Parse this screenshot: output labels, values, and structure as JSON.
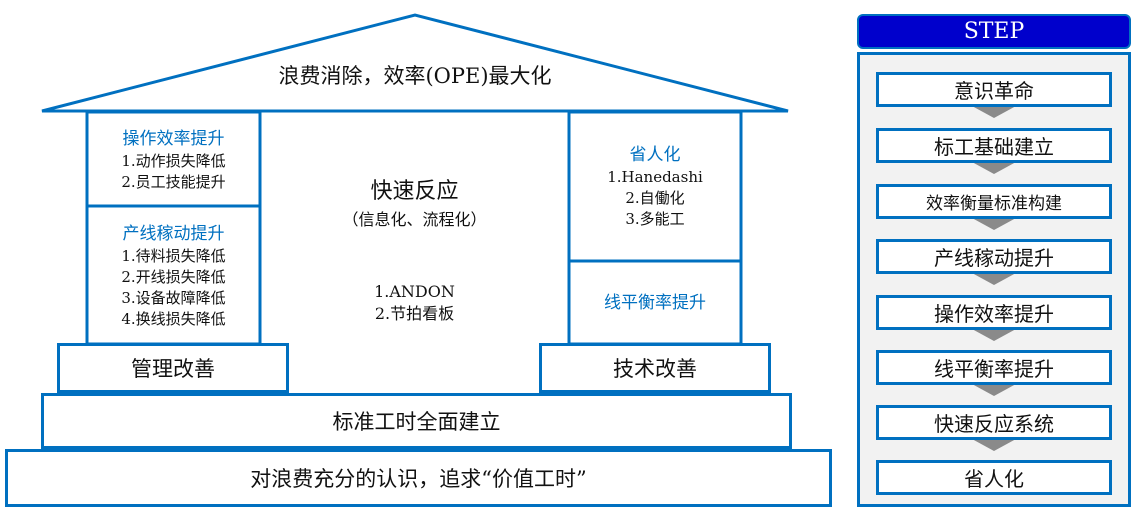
{
  "house": {
    "roof": "浪费消除，效率(OPE)最大化",
    "left_top": {
      "title": "操作效率提升",
      "items": [
        "1.动作损失降低",
        "2.员工技能提升"
      ]
    },
    "left_bottom": {
      "title": "产线稼动提升",
      "items": [
        "1.待料损失降低",
        "2.开线损失降低",
        "3.设备故障降低",
        "4.换线损失降低"
      ]
    },
    "center": {
      "title": "快速反应",
      "subtitle": "（信息化、流程化）",
      "items": [
        "1.ANDON",
        "2.节拍看板"
      ]
    },
    "right_top": {
      "title": "省人化",
      "items": [
        "1.Hanedashi",
        "2.自働化",
        "3.多能工"
      ]
    },
    "right_bottom": {
      "title": "线平衡率提升"
    },
    "left_base": "管理改善",
    "right_base": "技术改善",
    "standard": "标准工时全面建立",
    "foundation": "对浪费充分的认识，追求“价值工时”"
  },
  "steps": {
    "header": "STEP",
    "items": [
      "意识革命",
      "标工基础建立",
      "效率衡量标准构建",
      "产线稼动提升",
      "操作效率提升",
      "线平衡率提升",
      "快速反应系统",
      "省人化"
    ]
  },
  "colors": {
    "accent": "#0070C0",
    "header": "#0000CC"
  }
}
